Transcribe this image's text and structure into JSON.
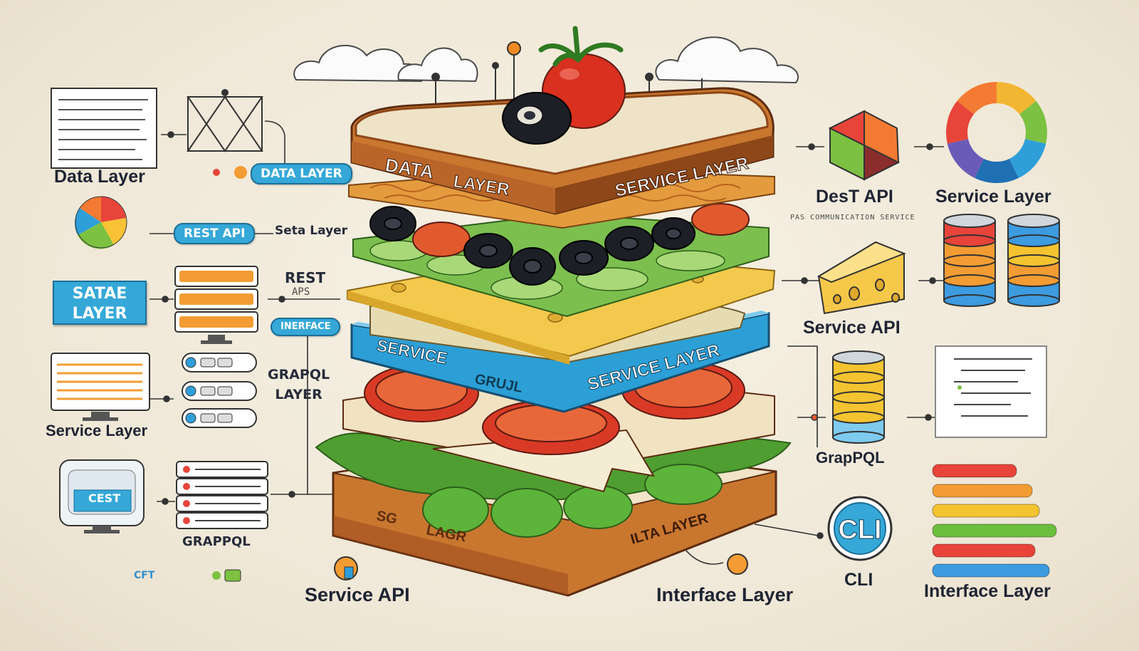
{
  "sandwich": {
    "top_bread_left": "DATA",
    "top_bread_mid": "LAYER",
    "top_bread_right": "SERVICE LAYER",
    "blue_band_left": "SERVICE",
    "blue_band_mid": "GRUJL",
    "blue_band_right": "SERVICE LAYER",
    "bottom_bread_left": "SG",
    "bottom_bread_mid": "LAGR",
    "bottom_bread_right": "ILTA LAYER"
  },
  "left": {
    "data_layer_label": "Data Layer",
    "data_layer_pill": "DATA LAYER",
    "rest_api_pill": "REST API",
    "seta_layer_text": "Seta Layer",
    "satae_layer_box": "SATAE\nLAYER",
    "rest_text": "REST",
    "aps_text": "APS",
    "interface_pill": "INERFACE",
    "grappql_layer_text": "GRAPQL\nLAYER",
    "service_layer_label": "Service Layer",
    "cest_screen_text": "CEST",
    "grappql_label": "GRAPPQL",
    "cft_text": "CFT"
  },
  "right": {
    "dest_api_label": "DesT API",
    "service_layer_label": "Service Layer",
    "tiny_caption": "PAS COMMUNICATION SERVICE",
    "service_api_label": "Service API",
    "grappql_label": "GrapPQL",
    "cli_badge": "CLI",
    "cli_label": "CLI",
    "interface_layer_label": "Interface Layer"
  },
  "bottom": {
    "service_api_label": "Service API",
    "interface_layer_label": "Interface Layer"
  },
  "colors": {
    "bread": "#c9772f",
    "bread_crust": "#8e4718",
    "blue_band": "#2c9fd6",
    "tomato": "#d93a26",
    "lettuce": "#7cbf4f",
    "cheese": "#f2c94c",
    "olive": "#1c1f26"
  },
  "bar_colors": [
    "#e8443a",
    "#f39c33",
    "#f4c430",
    "#6cbf3c",
    "#e8443a",
    "#3d9be0"
  ],
  "donut_colors": [
    "#f2b632",
    "#7cc142",
    "#2f9fd9",
    "#1f6fb3",
    "#6b5bb8",
    "#e8443a",
    "#f37a32"
  ],
  "pie_colors": [
    "#e8443a",
    "#f7c235",
    "#7cc142",
    "#2f9fd9",
    "#f37a32"
  ]
}
